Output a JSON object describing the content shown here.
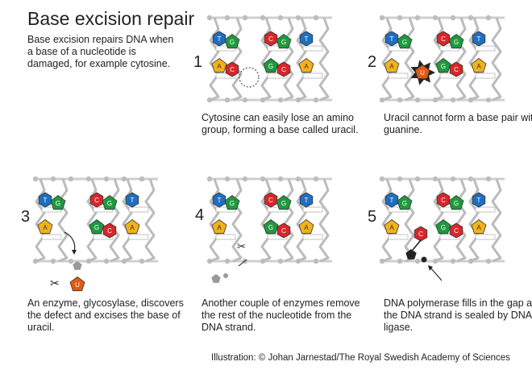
{
  "header": {
    "title": "Base excision repair",
    "intro": "Base excision repairs DNA when a base of a nucleotide is damaged, for example cytosine."
  },
  "steps": [
    {
      "number": "1",
      "caption": "Cytosine can easily lose an amino group, forming a base called uracil."
    },
    {
      "number": "2",
      "caption": "Uracil cannot form a base pair with guanine."
    },
    {
      "number": "3",
      "caption": "An enzyme, glycosylase, discovers the defect and excises the base of uracil."
    },
    {
      "number": "4",
      "caption": "Another couple of enzymes remove the rest of the nucleotide from the DNA strand."
    },
    {
      "number": "5",
      "caption": "DNA polymerase fills in the gap and the DNA strand is sealed by DNA ligase."
    }
  ],
  "bases": {
    "T": {
      "letter": "T",
      "color": "#1f6fc1"
    },
    "G": {
      "letter": "G",
      "color": "#1e9a3d"
    },
    "C": {
      "letter": "C",
      "color": "#d9262a"
    },
    "A": {
      "letter": "A",
      "color": "#f2b21a"
    },
    "U": {
      "letter": "U",
      "color": "#e05a12"
    }
  },
  "credit": "Illustration: © Johan Jarnestad/The Royal Swedish Academy of Sciences"
}
